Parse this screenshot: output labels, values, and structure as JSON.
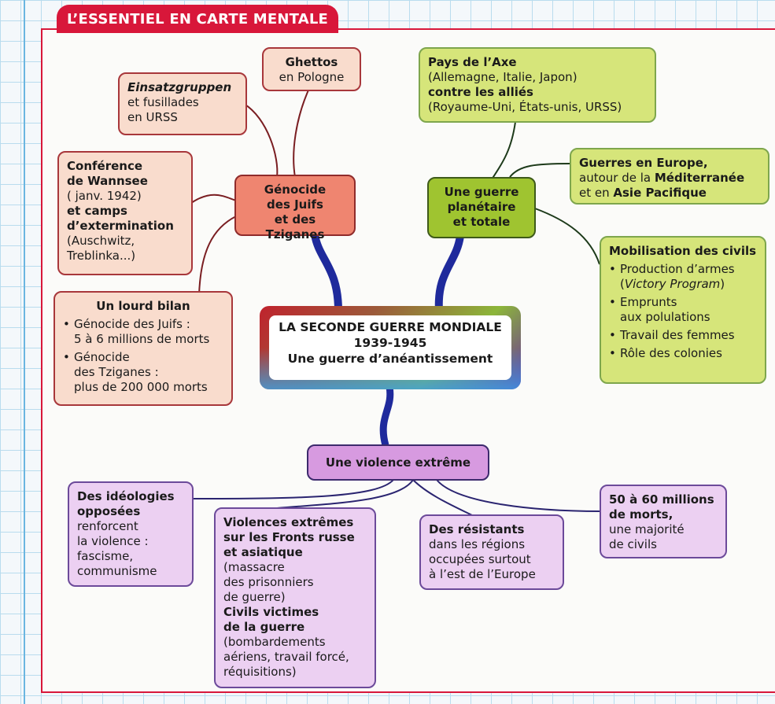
{
  "header": {
    "title": "L’ESSENTIEL EN CARTE MENTALE"
  },
  "center": {
    "title": "LA SECONDE GUERRE MONDIALE",
    "years": "1939-1945",
    "subtitle": "Une guerre d’anéantissement"
  },
  "colors": {
    "frame": "#d8173a",
    "genocide": "#ef8570",
    "guerre": "#9fc430",
    "violence": "#d79ae0",
    "trunk": "#1f2a9c"
  },
  "genocide": {
    "title": [
      "Génocide",
      "des Juifs",
      "et des Tziganes"
    ],
    "ghettos": [
      "Ghettos",
      "en Pologne"
    ],
    "einsatz": {
      "italic": "Einsatzgruppen",
      "lines": [
        "et fusillades",
        "en URSS"
      ]
    },
    "wannsee": {
      "bold": [
        "Conférence",
        "de Wannsee"
      ],
      "line1": "( janv. 1942)",
      "bold2": [
        "et camps",
        "d’extermination"
      ],
      "lines": [
        "(Auschwitz,",
        "Treblinka...)"
      ]
    },
    "bilan": {
      "title": "Un lourd bilan",
      "items": [
        [
          "Génocide des Juifs :",
          "5 à 6 millions de morts"
        ],
        [
          "Génocide",
          "des Tziganes :",
          "plus de 200 000 morts"
        ]
      ]
    }
  },
  "guerre": {
    "title": [
      "Une guerre",
      "planétaire",
      "et totale"
    ],
    "axe": {
      "bold1": "Pays de l’Axe",
      "line1": "(Allemagne, Italie, Japon)",
      "bold2": "contre les alliés",
      "line2": "(Royaume-Uni, États-unis, URSS)"
    },
    "fronts": {
      "b1": "Guerres en Europe,",
      "l2a": "autour de la ",
      "l2b": "Méditerranée",
      "l3a": "et en ",
      "l3b": "Asie Pacifique"
    },
    "mobilisation": {
      "title": "Mobilisation des civils",
      "items": [
        {
          "text": "Production d’armes",
          "sub_pre": "(",
          "sub_italic": "Victory Program",
          "sub_post": ")"
        },
        {
          "text": "Emprunts",
          "sub": "aux polulations"
        },
        {
          "text": "Travail des femmes"
        },
        {
          "text": "Rôle des colonies"
        }
      ]
    }
  },
  "violence": {
    "title": "Une violence extrême",
    "ideologies": {
      "bold": [
        "Des idéologies",
        "opposées"
      ],
      "lines": [
        "renforcent",
        "la violence :",
        "fascisme,",
        "communisme"
      ]
    },
    "fronts": {
      "bold1": [
        "Violences extrêmes",
        "sur les Fronts russe",
        "et asiatique"
      ],
      "lines1": [
        "(massacre",
        "des prisonniers",
        "de guerre)"
      ],
      "bold2": [
        "Civils victimes",
        "de la guerre"
      ],
      "lines2": [
        "(bombardements",
        "aériens, travail forcé,",
        "réquisitions)"
      ]
    },
    "resistants": {
      "bold": "Des résistants",
      "lines": [
        "dans les régions",
        "occupées surtout",
        "à l’est de l’Europe"
      ]
    },
    "morts": {
      "bold": [
        "50 à 60 millions",
        "de morts,"
      ],
      "lines": [
        "une majorité",
        "de civils"
      ]
    }
  }
}
